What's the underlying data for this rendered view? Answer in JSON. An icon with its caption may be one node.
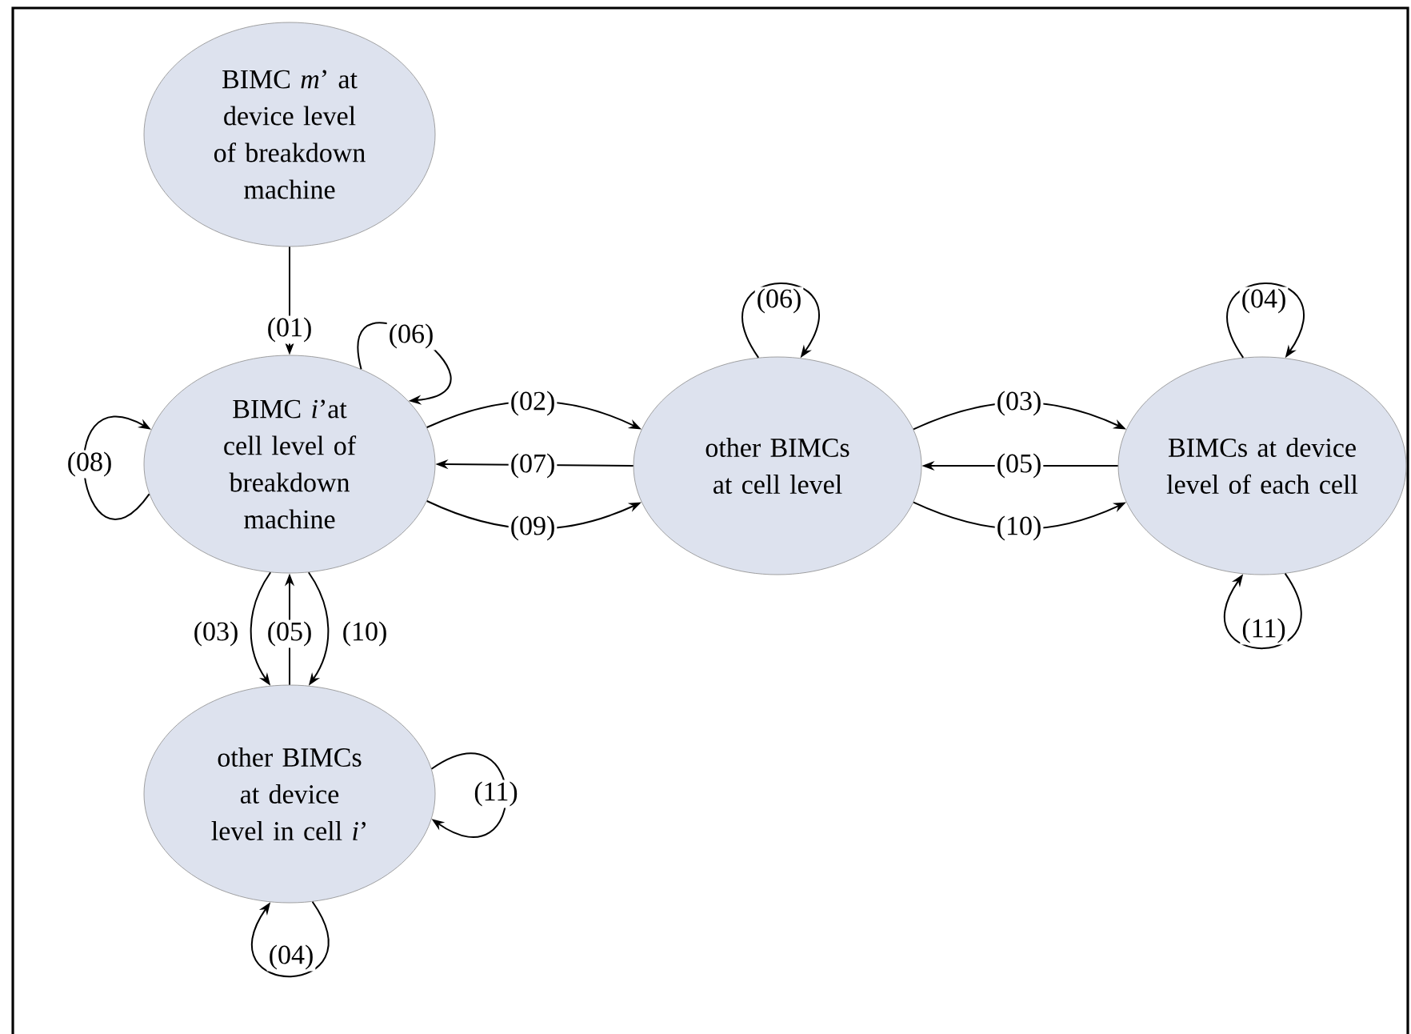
{
  "diagram": {
    "nodes": [
      {
        "text": [
          "BIMC *m*’ at device level of breakdown machine"
        ]
      },
      {
        "text": [
          "BIMC *i*’at cell level of breakdown machine"
        ]
      },
      {
        "text": [
          "other BIMCs at cell level"
        ]
      },
      {
        "text": [
          "BIMCs at device level of each cell"
        ]
      },
      {
        "text": [
          "other BIMCs at device level in cell *i*’"
        ]
      }
    ],
    "edges": [
      {
        "from": 0,
        "to": 1,
        "arrow": "to",
        "label": "(01)"
      },
      {
        "from": 1,
        "to": 2,
        "arrow": "to",
        "label": "(02)"
      },
      {
        "from": 2,
        "to": 1,
        "arrow": "to",
        "label": "(07)"
      },
      {
        "from": 1,
        "to": 2,
        "arrow": "to",
        "label": "(09)"
      },
      {
        "from": 1,
        "to": 1,
        "arrow": "to",
        "label": "(06)"
      },
      {
        "from": 1,
        "to": 1,
        "arrow": "to",
        "label": "(08)"
      },
      {
        "from": 2,
        "to": 3,
        "arrow": "to",
        "label": "(03)"
      },
      {
        "from": 3,
        "to": 2,
        "arrow": "to",
        "label": "(05)"
      },
      {
        "from": 2,
        "to": 3,
        "arrow": "to",
        "label": "(10)"
      },
      {
        "from": 2,
        "to": 2,
        "arrow": "to",
        "label": "(06)"
      },
      {
        "from": 3,
        "to": 3,
        "arrow": "to",
        "label": "(04)"
      },
      {
        "from": 3,
        "to": 3,
        "arrow": "to",
        "label": "(11)"
      },
      {
        "from": 1,
        "to": 4,
        "arrow": "to",
        "label": "(03)"
      },
      {
        "from": 4,
        "to": 1,
        "arrow": "to",
        "label": "(05)"
      },
      {
        "from": 1,
        "to": 4,
        "arrow": "to",
        "label": "(10)"
      },
      {
        "from": 4,
        "to": 4,
        "arrow": "to",
        "label": "(11)"
      },
      {
        "from": 4,
        "to": 4,
        "arrow": "to",
        "label": "(04)"
      }
    ]
  }
}
